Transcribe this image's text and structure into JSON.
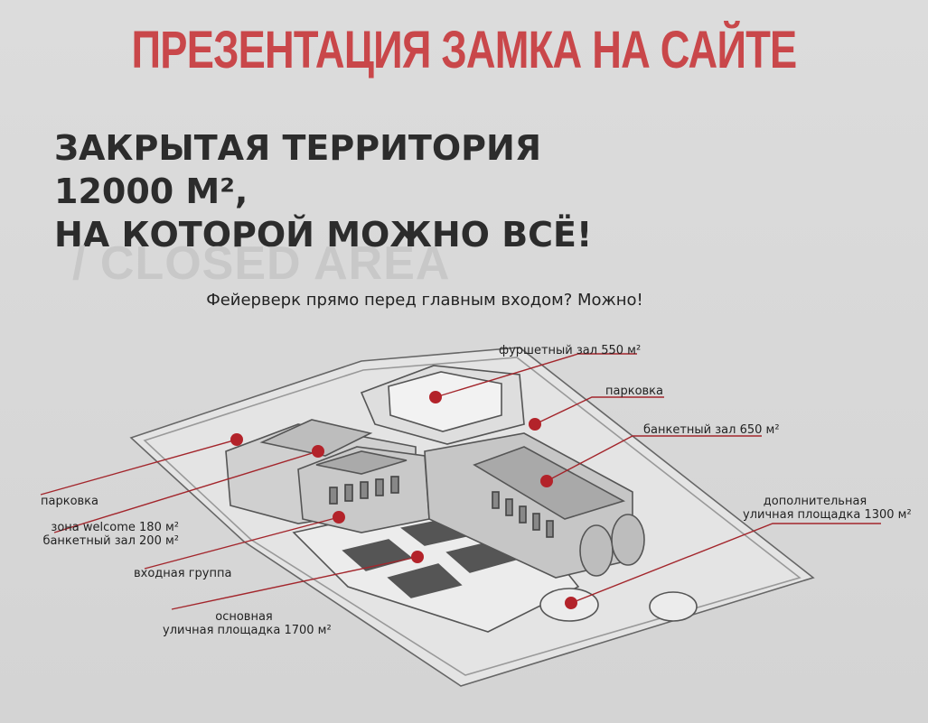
{
  "title": "ПРЕЗЕНТАЦИЯ ЗАМКА НА САЙТЕ",
  "headline": {
    "line1": "ЗАКРЫТАЯ ТЕРРИТОРИЯ",
    "line2": "12000 М²,",
    "line3": "НА КОТОРОЙ МОЖНО ВСЁ!"
  },
  "watermark": "/ CLOSED AREA",
  "subtitle": "Фейерверк прямо перед главным входом? Можно!",
  "labels": {
    "buffet": "фуршетный зал 550 м²",
    "parking_right": "парковка",
    "banquet650": "банкетный зал 650 м²",
    "extra_line1": "дополнительная",
    "extra_line2": "уличная площадка 1300 м²",
    "parking_left": "парковка",
    "welcome": "зона welcome 180 м²",
    "banquet200": "банкетный зал 200 м²",
    "entrance": "входная группа",
    "main_line1": "основная",
    "main_line2": "уличная площадка 1700 м²"
  },
  "colors": {
    "accent": "#c9474a",
    "marker": "#b3232a",
    "leader": "#a3262c"
  }
}
